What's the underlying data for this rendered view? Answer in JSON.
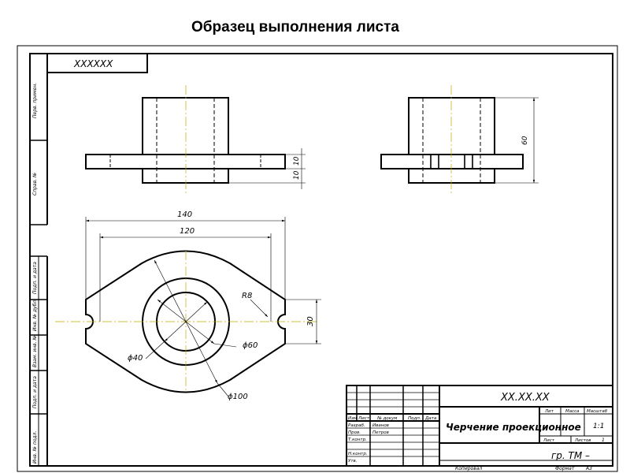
{
  "heading": "Образец выполнения листа",
  "corner_stamp": "XXXXXX",
  "side_fields": [
    "Перв. примен.",
    "Справ. №",
    "Подп. и дата",
    "Инв. № дубл.",
    "Взам. инв. №",
    "Подп. и дата",
    "Инв. № подл."
  ],
  "dimensions": {
    "height_60": "60",
    "flange_10a": "10",
    "flange_10b": "10",
    "width_140": "140",
    "width_120": "120",
    "radius_r8": "R8",
    "slot_30": "30",
    "dia_60": "ϕ60",
    "dia_40": "ϕ40",
    "dia_100": "ϕ100"
  },
  "title_block": {
    "designation": "XX.XX.XX",
    "name": "Черчение проекционное",
    "group": "гр. ТМ –",
    "col_headers": [
      "Изм",
      "Лист",
      "№ докум",
      "Подп.",
      "Дата"
    ],
    "roles": [
      "Разраб.",
      "Пров.",
      "Т.контр.",
      "Н.контр.",
      "Утв."
    ],
    "developer": "Иванов",
    "checker": "Петров",
    "lit_label": "Лит",
    "mass_label": "Масса",
    "scale_label": "Масштаб",
    "scale_value": "1:1",
    "sheet_label": "Лист",
    "sheets_label": "Листов",
    "sheets_value": "1",
    "copied_label": "Копировал",
    "format_label": "Формат",
    "format_value": "А3"
  }
}
